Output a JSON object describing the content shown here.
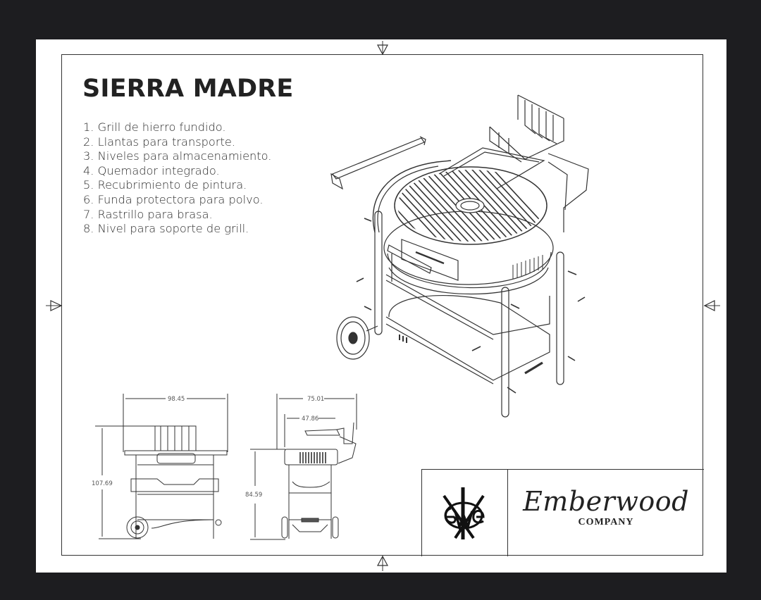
{
  "product": {
    "title": "SIERRA MADRE",
    "features": [
      "1. Grill de hierro fundido.",
      "2. Llantas para transporte.",
      "3. Niveles para almacenamiento.",
      "4. Quemador integrado.",
      "5. Recubrimiento de pintura.",
      "6. Funda protectora para polvo.",
      "7. Rastrillo para brasa.",
      "8. Nivel para soporte de grill."
    ]
  },
  "dimensions": {
    "front_view": {
      "width": "98.45",
      "height": "107.69"
    },
    "side_view": {
      "overall_width": "75.01",
      "inner_width": "47.86",
      "height": "84.59"
    }
  },
  "title_block": {
    "logo_icon": "emberwood-monogram-icon",
    "company_name": "Emberwood",
    "company_suffix": "COMPANY"
  },
  "colors": {
    "background": "#1d1d20",
    "sheet": "#ffffff",
    "line": "#333333",
    "text": "#222222"
  }
}
